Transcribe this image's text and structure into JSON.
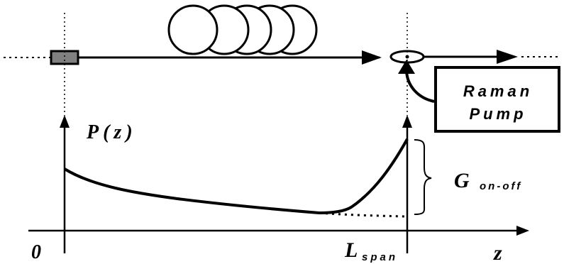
{
  "labels": {
    "power_axis": "P(z)",
    "origin": "0",
    "span_main": "L",
    "span_sub": "span",
    "z_axis": "z",
    "gain_main": "G",
    "gain_sub": "on-off",
    "pump_line1": "Raman",
    "pump_line2": "Pump"
  },
  "colors": {
    "stroke": "#000000",
    "source_fill": "#808080",
    "background": "#ffffff"
  }
}
